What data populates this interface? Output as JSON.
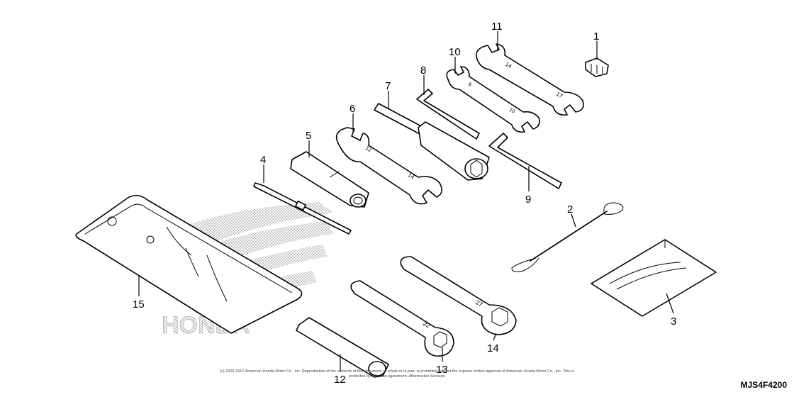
{
  "diagram": {
    "callouts": {
      "c1": "1",
      "c2": "2",
      "c3": "3",
      "c4": "4",
      "c5": "5",
      "c6": "6",
      "c7": "7",
      "c8": "8",
      "c9": "9",
      "c10": "10",
      "c11": "11",
      "c12": "12",
      "c13": "13",
      "c14": "14",
      "c15": "15"
    },
    "wrench_marks": {
      "w6_a": "12",
      "w6_b": "14",
      "w10_a": "8",
      "w10_b": "10",
      "w11_a": "14",
      "w11_b": "17",
      "w13": "22",
      "w14": "27"
    },
    "watermark": "HONDA",
    "copyright": "(c) 2003-2017 American Honda Motor Co., Inc. Reproduction of the contents of this document, in whole or in part, is prohibited without the express written approval of American Honda Motor Co., Inc. This is protected by a license agreement. Aftermarket Services",
    "figure_code": "MJS4F4200"
  }
}
